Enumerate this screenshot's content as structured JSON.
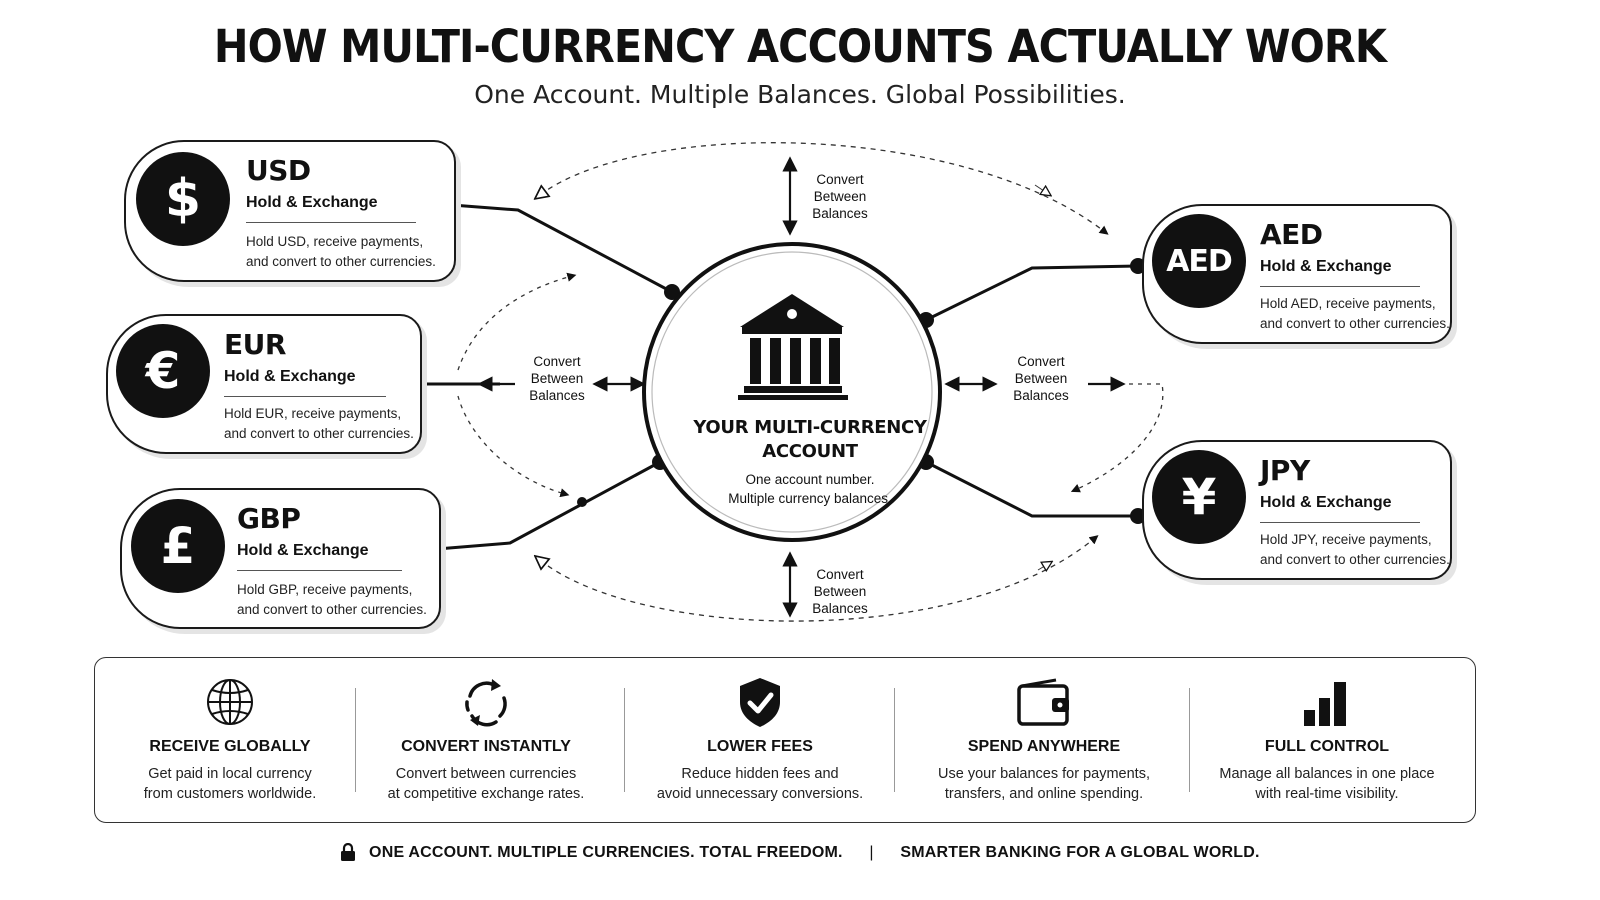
{
  "header": {
    "title": "HOW MULTI-CURRENCY ACCOUNTS ACTUALLY WORK",
    "subtitle": "One Account. Multiple Balances. Global Possibilities."
  },
  "currencies": [
    {
      "code": "USD",
      "symbol": "$",
      "subtitle": "Hold & Exchange",
      "desc_1": "Hold USD, receive payments,",
      "desc_2": "and convert to other currencies."
    },
    {
      "code": "EUR",
      "symbol": "€",
      "subtitle": "Hold & Exchange",
      "desc_1": "Hold EUR, receive payments,",
      "desc_2": "and convert to other currencies."
    },
    {
      "code": "GBP",
      "symbol": "£",
      "subtitle": "Hold & Exchange",
      "desc_1": "Hold GBP, receive payments,",
      "desc_2": "and convert to other currencies."
    },
    {
      "code": "AED",
      "symbol": "AED",
      "subtitle": "Hold & Exchange",
      "desc_1": "Hold AED, receive payments,",
      "desc_2": "and convert to other currencies."
    },
    {
      "code": "JPY",
      "symbol": "¥",
      "subtitle": "Hold & Exchange",
      "desc_1": "Hold JPY, receive payments,",
      "desc_2": "and convert to other currencies."
    }
  ],
  "center": {
    "icon": "bank-icon",
    "title_1": "YOUR MULTI-CURRENCY",
    "title_2": "ACCOUNT",
    "desc_1": "One account number.",
    "desc_2": "Multiple currency balances."
  },
  "convert_label": {
    "line_1": "Convert",
    "line_2": "Between",
    "line_3": "Balances"
  },
  "features": [
    {
      "icon": "globe-icon",
      "title": "RECEIVE GLOBALLY",
      "desc_1": "Get paid in local currency",
      "desc_2": "from customers worldwide."
    },
    {
      "icon": "refresh-icon",
      "title": "CONVERT INSTANTLY",
      "desc_1": "Convert between currencies",
      "desc_2": "at competitive exchange rates."
    },
    {
      "icon": "shield-check-icon",
      "title": "LOWER FEES",
      "desc_1": "Reduce hidden fees and",
      "desc_2": "avoid unnecessary conversions."
    },
    {
      "icon": "wallet-icon",
      "title": "SPEND ANYWHERE",
      "desc_1": "Use your balances for payments,",
      "desc_2": "transfers, and online spending."
    },
    {
      "icon": "bar-chart-icon",
      "title": "FULL CONTROL",
      "desc_1": "Manage all balances in one place",
      "desc_2": "with real-time visibility."
    }
  ],
  "footer": {
    "icon": "lock-icon",
    "left": "ONE ACCOUNT. MULTIPLE CURRENCIES. TOTAL FREEDOM.",
    "divider": "|",
    "right": "SMARTER BANKING FOR A GLOBAL WORLD."
  },
  "colors": {
    "ink": "#111111",
    "background": "#ffffff",
    "muted": "#555555"
  }
}
